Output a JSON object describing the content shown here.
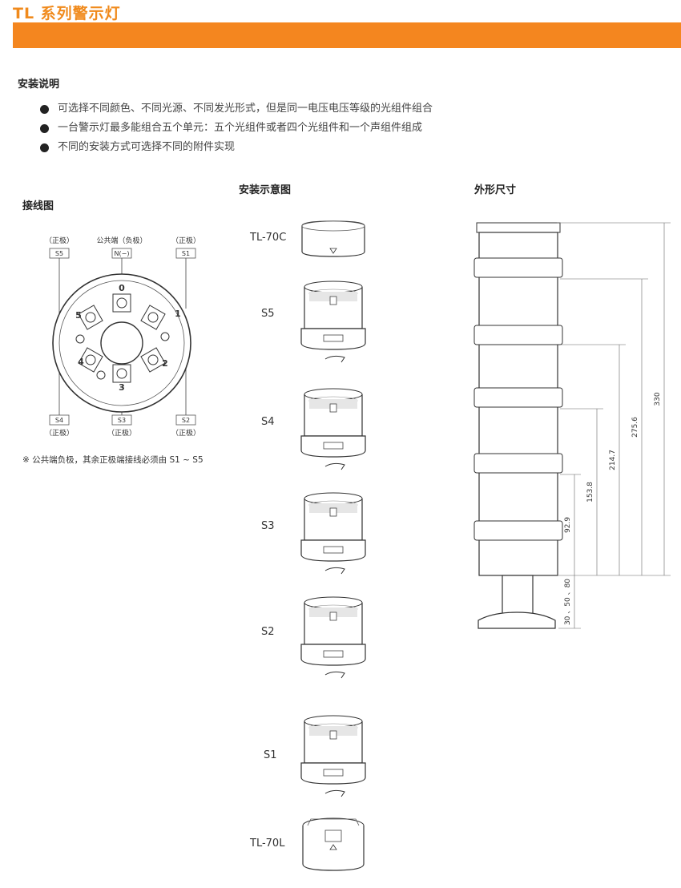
{
  "header": {
    "title": "TL 系列警示灯"
  },
  "install": {
    "heading": "安装说明",
    "bullets": [
      "可选择不同颜色、不同光源、不同发光形式，但是同一电压电压等级的光组件组合",
      "一台警示灯最多能组合五个单元：五个光组件或者四个光组件和一个声组件组成",
      "不同的安装方式可选择不同的附件实现"
    ]
  },
  "wiring": {
    "heading": "接线图",
    "top_labels": [
      "（正极）",
      "公共端（负极）",
      "（正极）"
    ],
    "top_boxes": [
      "S5",
      "N(−)",
      "S1"
    ],
    "bottom_boxes": [
      "S4",
      "S3",
      "S2"
    ],
    "bottom_labels": [
      "（正极）",
      "（正极）",
      "（正极）"
    ],
    "terminal_numbers": [
      "0",
      "1",
      "2",
      "3",
      "4",
      "5"
    ],
    "note": "※ 公共端负极，其余正极端接线必须由 S1 ~ S5"
  },
  "assembly": {
    "heading": "安装示意图",
    "parts": [
      "TL-70C",
      "S5",
      "S4",
      "S3",
      "S2",
      "S1",
      "TL-70L"
    ]
  },
  "dimensions": {
    "heading": "外形尺寸",
    "values": [
      "330",
      "275.6",
      "214.7",
      "153.8",
      "92.9"
    ],
    "base_height": "30 、50 、80"
  }
}
